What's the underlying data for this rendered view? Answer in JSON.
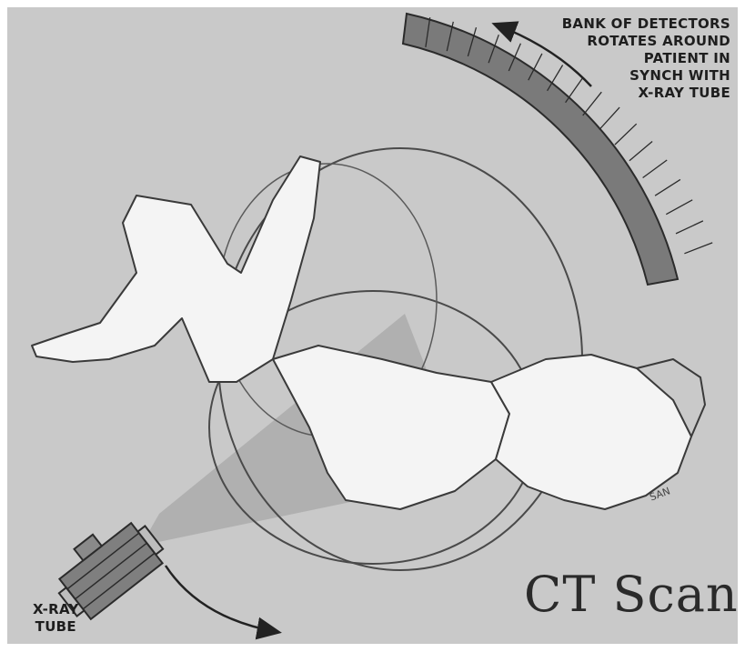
{
  "detector_label": {
    "lines": [
      "BANK OF DETECTORS",
      "ROTATES AROUND",
      "PATIENT IN",
      "SYNCH WITH",
      "X-RAY TUBE"
    ]
  },
  "tube_label": {
    "lines": [
      "X-RAY",
      "TUBE"
    ]
  },
  "title": "CT Scan",
  "signature": "SAN",
  "colors": {
    "background": "#c9c9c9",
    "detector_fill": "#7a7a7a",
    "outline": "#2b2b2b",
    "patient_fill": "#f4f4f4",
    "beam_fill": "#9a9a9a"
  }
}
